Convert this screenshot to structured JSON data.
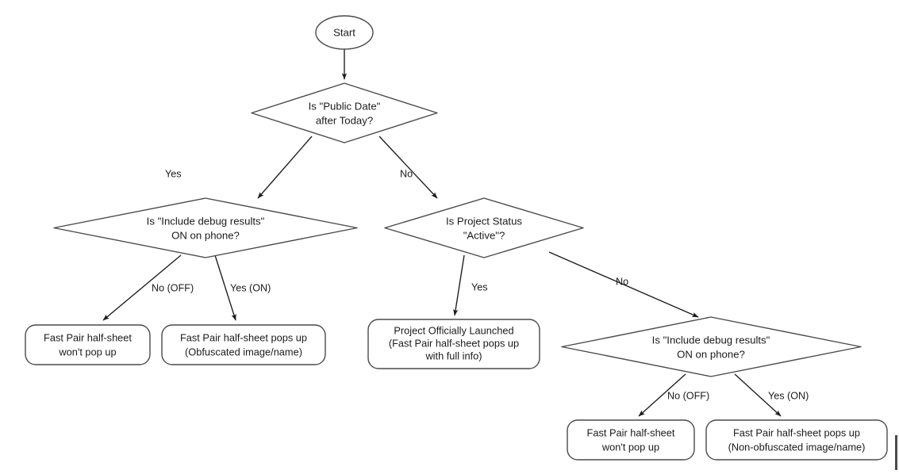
{
  "diagram": {
    "title": "Fast Pair Half-Sheet Decision Flowchart",
    "type": "flowchart",
    "stroke_color": "#4a4a4a",
    "text_color": "#1b1b1b",
    "background_color": "#ffffff",
    "nodes": [
      {
        "id": "start",
        "shape": "terminator",
        "lines": [
          "Start"
        ]
      },
      {
        "id": "public-date",
        "shape": "decision",
        "lines": [
          "Is \"Public Date\"",
          "after Today?"
        ]
      },
      {
        "id": "debug-left",
        "shape": "decision",
        "lines": [
          "Is \"Include debug results\"",
          "ON on phone?"
        ]
      },
      {
        "id": "project-status",
        "shape": "decision",
        "lines": [
          "Is Project Status",
          "\"Active\"?"
        ]
      },
      {
        "id": "left-off-result",
        "shape": "process",
        "lines": [
          "Fast Pair half-sheet",
          "won't pop up"
        ]
      },
      {
        "id": "left-on-result",
        "shape": "process",
        "lines": [
          "Fast Pair half-sheet pops up",
          "(Obfuscated image/name)"
        ]
      },
      {
        "id": "launched-result",
        "shape": "process",
        "lines": [
          "Project Officially Launched",
          "(Fast Pair half-sheet pops up",
          "with full info)"
        ]
      },
      {
        "id": "debug-right",
        "shape": "decision",
        "lines": [
          "Is \"Include debug results\"",
          "ON on phone?"
        ]
      },
      {
        "id": "right-off-result",
        "shape": "process",
        "lines": [
          "Fast Pair half-sheet",
          "won't pop up"
        ]
      },
      {
        "id": "right-on-result",
        "shape": "process",
        "lines": [
          "Fast Pair half-sheet pops up",
          "(Non-obfuscated image/name)"
        ]
      }
    ],
    "edges": [
      {
        "id": "e1",
        "from": "start",
        "to": "public-date",
        "label": ""
      },
      {
        "id": "e2",
        "from": "public-date",
        "to": "debug-left",
        "label": "Yes"
      },
      {
        "id": "e3",
        "from": "public-date",
        "to": "project-status",
        "label": "No"
      },
      {
        "id": "e4",
        "from": "debug-left",
        "to": "left-off-result",
        "label": "No (OFF)"
      },
      {
        "id": "e5",
        "from": "debug-left",
        "to": "left-on-result",
        "label": "Yes (ON)"
      },
      {
        "id": "e6",
        "from": "project-status",
        "to": "launched-result",
        "label": "Yes"
      },
      {
        "id": "e7",
        "from": "project-status",
        "to": "debug-right",
        "label": "No"
      },
      {
        "id": "e8",
        "from": "debug-right",
        "to": "right-off-result",
        "label": "No (OFF)"
      },
      {
        "id": "e9",
        "from": "debug-right",
        "to": "right-on-result",
        "label": "Yes (ON)"
      }
    ]
  },
  "labels": {
    "start": "Start",
    "public_date_l1": "Is \"Public Date\"",
    "public_date_l2": "after Today?",
    "debug_left_l1": "Is \"Include debug results\"",
    "debug_left_l2": "ON on phone?",
    "project_status_l1": "Is Project Status",
    "project_status_l2": "\"Active\"?",
    "left_off_l1": "Fast Pair half-sheet",
    "left_off_l2": "won't pop up",
    "left_on_l1": "Fast Pair half-sheet pops up",
    "left_on_l2": "(Obfuscated image/name)",
    "launched_l1": "Project Officially Launched",
    "launched_l2": "(Fast Pair half-sheet pops up",
    "launched_l3": "with full info)",
    "debug_right_l1": "Is \"Include debug results\"",
    "debug_right_l2": "ON on phone?",
    "right_off_l1": "Fast Pair half-sheet",
    "right_off_l2": "won't pop up",
    "right_on_l1": "Fast Pair half-sheet pops up",
    "right_on_l2": "(Non-obfuscated image/name)",
    "edge_yes": "Yes",
    "edge_no": "No",
    "edge_no_off": "No (OFF)",
    "edge_yes_on": "Yes (ON)",
    "edge_yes_2": "Yes",
    "edge_no_2": "No",
    "edge_no_off_2": "No (OFF)",
    "edge_yes_on_2": "Yes (ON)"
  }
}
